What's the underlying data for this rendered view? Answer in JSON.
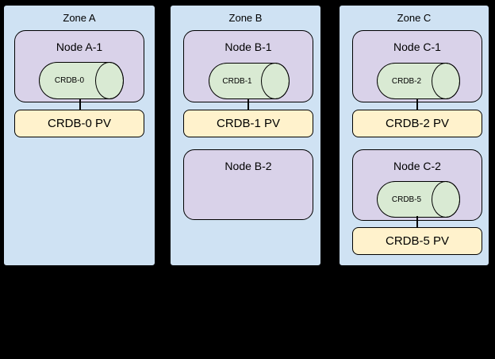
{
  "diagram": {
    "description": "Three-zone CockroachDB node/persistent-volume topology diagram",
    "zones": [
      {
        "title": "Zone A",
        "nodes": [
          {
            "title": "Node A-1",
            "db": "CRDB-0",
            "pv": "CRDB-0 PV"
          }
        ]
      },
      {
        "title": "Zone B",
        "nodes": [
          {
            "title": "Node B-1",
            "db": "CRDB-1",
            "pv": "CRDB-1 PV"
          },
          {
            "title": "Node B-2",
            "db": null,
            "pv": null
          }
        ]
      },
      {
        "title": "Zone C",
        "nodes": [
          {
            "title": "Node C-1",
            "db": "CRDB-2",
            "pv": "CRDB-2 PV"
          },
          {
            "title": "Node C-2",
            "db": "CRDB-5",
            "pv": "CRDB-5 PV"
          }
        ]
      }
    ]
  },
  "colors": {
    "background": "#000000",
    "zone_fill": "#cfe2f3",
    "node_fill": "#d9d2e9",
    "db_fill": "#d9ead3",
    "pv_fill": "#fff2cc",
    "border": "#000000"
  }
}
